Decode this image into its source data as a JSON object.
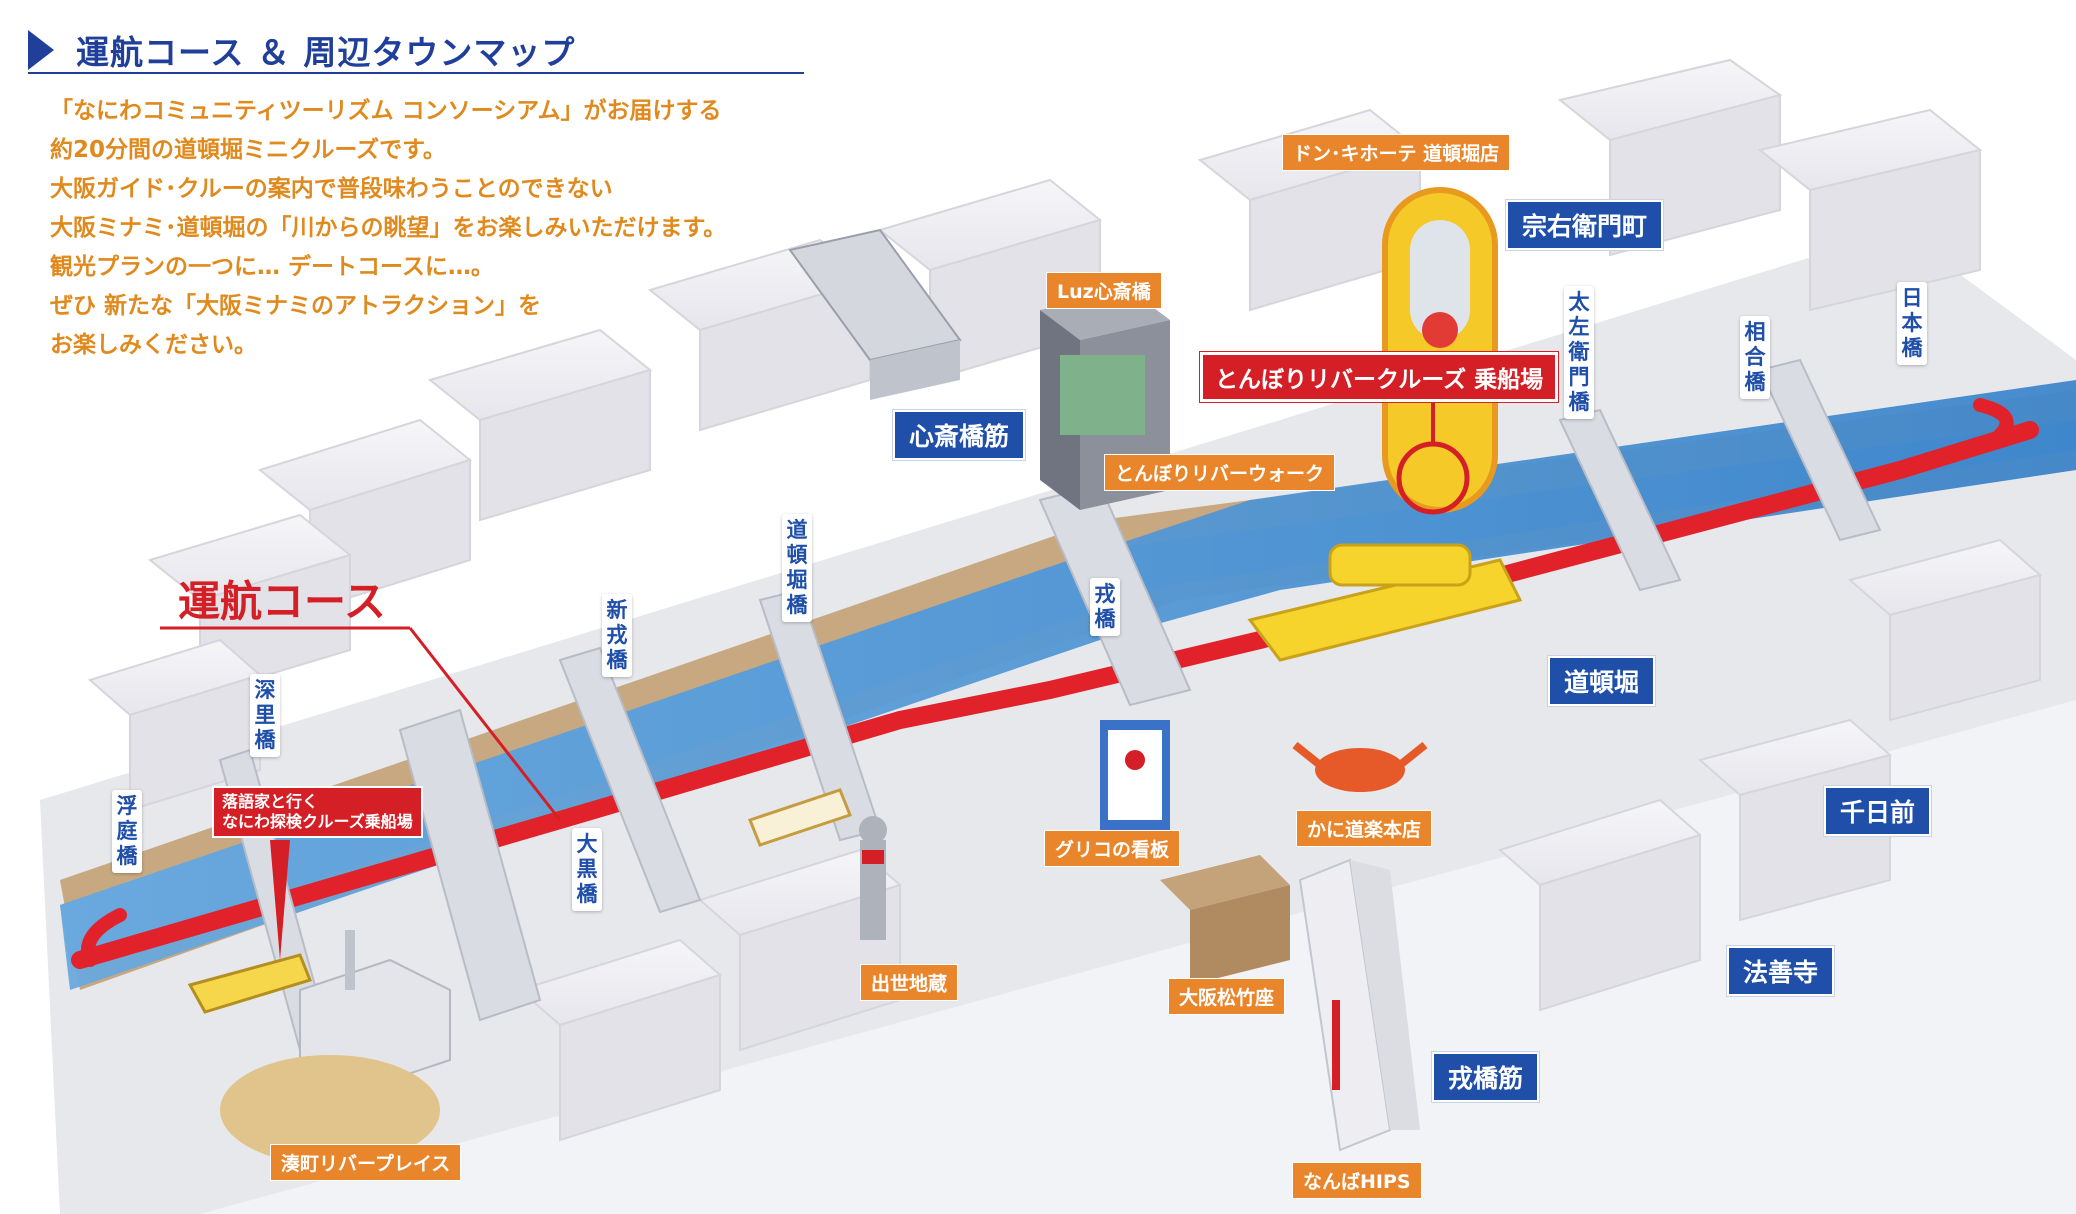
{
  "header": {
    "title": "運航コース ＆ 周辺タウンマップ",
    "intro_lines": [
      "「なにわコミュニティツーリズム コンソーシアム」がお届けする",
      "約20分間の道頓堀ミニクルーズです。",
      "大阪ガイド･クルーの案内で普段味わうことのできない",
      "大阪ミナミ･道頓堀の「川からの眺望」をお楽しみいただけます。",
      "観光プランの一つに… デートコースに…。",
      "ぜひ 新たな「大阪ミナミのアトラクション」を",
      "お楽しみください。"
    ]
  },
  "course_label": "運航コース",
  "area_labels": {
    "shinsaibashisuji": "心斎橋筋",
    "soemoncho": "宗右衛門町",
    "dotonbori": "道頓堀",
    "sennichimae": "千日前",
    "hozenji": "法善寺",
    "ebisubashisuji": "戎橋筋"
  },
  "landmarks": {
    "don_quijote": "ドン･キホーテ 道頓堀店",
    "luz": "Luz心斎橋",
    "riverwalk": "とんぼりリバーウォーク",
    "glico": "グリコの看板",
    "kani_doraku": "かに道楽本店",
    "shusse_jizo": "出世地蔵",
    "shochikuza": "大阪松竹座",
    "hips": "なんばHIPS",
    "minatomachi": "湊町リバープレイス"
  },
  "piers": {
    "tombori_cruise": "とんぼりリバークルーズ 乗船場",
    "naniwa_cruise": "落語家と行く\nなにわ探検クルーズ乗船場"
  },
  "bridges": {
    "nipponbashi": "日本橋",
    "aioibashi": "相合橋",
    "tazaemonbashi": "太左衛門橋",
    "ebisubashi": "戎橋",
    "dotonboribashi": "道頓堀橋",
    "shinebisubashi": "新戎橋",
    "daikokubashi": "大黒橋",
    "fukaribashi": "深里橋",
    "ukiniwabashi": "浮庭橋"
  },
  "colors": {
    "river": "#4f97d4",
    "route": "#e1222a",
    "building": "#eeedf1",
    "bank": "#c8a880",
    "road": "#dcdfe4",
    "label_blue": "#1f4fa8",
    "label_orange": "#e9862b",
    "label_red": "#d51f26",
    "intro_text": "#e08a1e"
  }
}
